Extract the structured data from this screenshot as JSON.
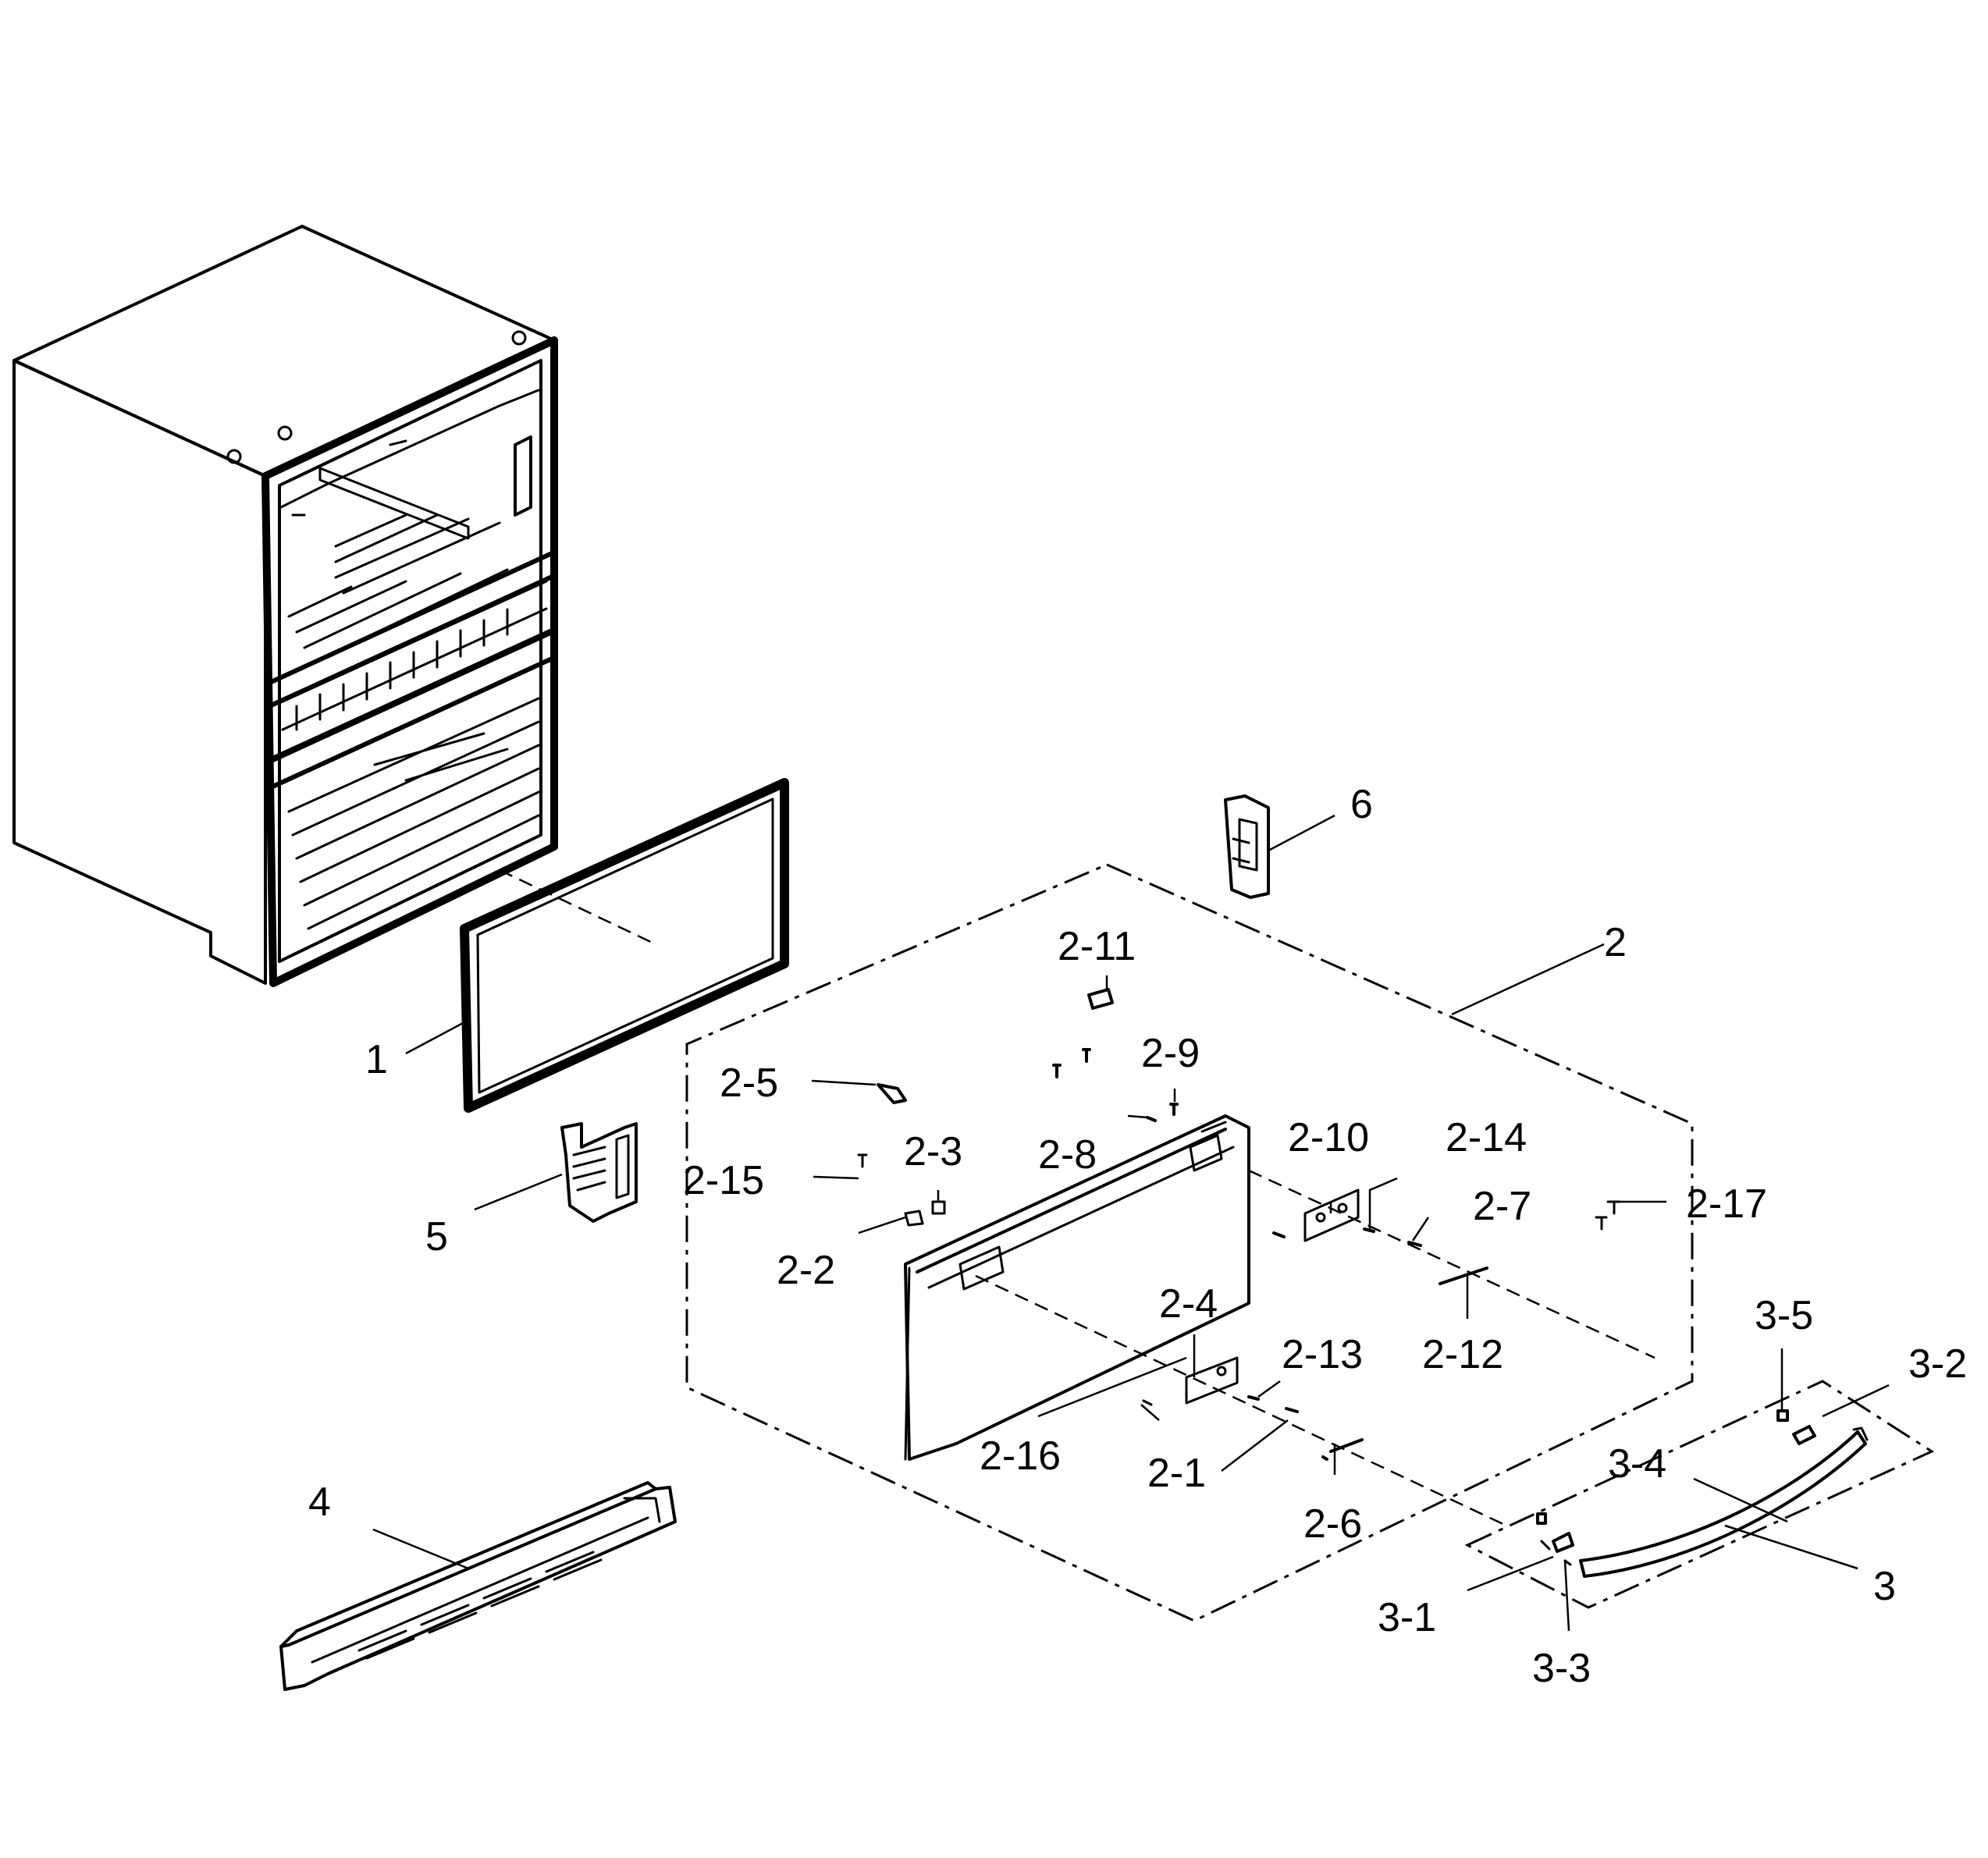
{
  "callouts": [
    {
      "id": "1",
      "text": "1"
    },
    {
      "id": "2",
      "text": "2"
    },
    {
      "id": "2-1",
      "text": "2-1"
    },
    {
      "id": "2-2",
      "text": "2-2"
    },
    {
      "id": "2-3",
      "text": "2-3"
    },
    {
      "id": "2-4",
      "text": "2-4"
    },
    {
      "id": "2-5",
      "text": "2-5"
    },
    {
      "id": "2-6",
      "text": "2-6"
    },
    {
      "id": "2-7",
      "text": "2-7"
    },
    {
      "id": "2-8",
      "text": "2-8"
    },
    {
      "id": "2-9",
      "text": "2-9"
    },
    {
      "id": "2-10",
      "text": "2-10"
    },
    {
      "id": "2-11",
      "text": "2-11"
    },
    {
      "id": "2-12",
      "text": "2-12"
    },
    {
      "id": "2-13",
      "text": "2-13"
    },
    {
      "id": "2-14",
      "text": "2-14"
    },
    {
      "id": "2-15",
      "text": "2-15"
    },
    {
      "id": "2-16",
      "text": "2-16"
    },
    {
      "id": "2-17",
      "text": "2-17"
    },
    {
      "id": "3",
      "text": "3"
    },
    {
      "id": "3-1",
      "text": "3-1"
    },
    {
      "id": "3-2",
      "text": "3-2"
    },
    {
      "id": "3-3",
      "text": "3-3"
    },
    {
      "id": "3-4",
      "text": "3-4"
    },
    {
      "id": "3-5",
      "text": "3-5"
    },
    {
      "id": "4",
      "text": "4"
    },
    {
      "id": "5",
      "text": "5"
    },
    {
      "id": "6",
      "text": "6"
    }
  ],
  "colors": {
    "line": "#000000",
    "background": "#ffffff"
  }
}
